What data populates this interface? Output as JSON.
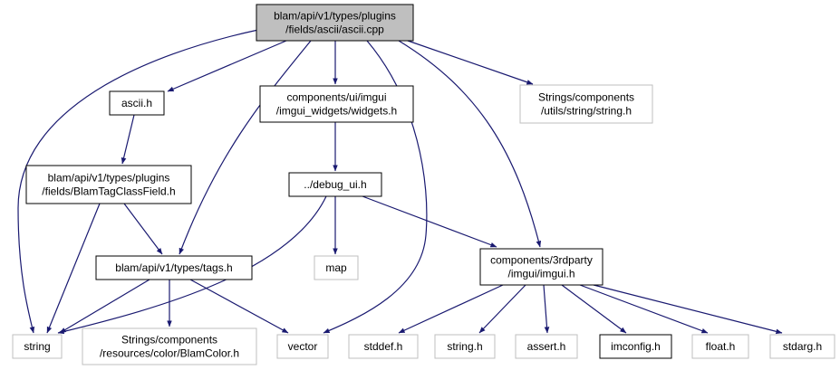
{
  "colors": {
    "edge": "#191970",
    "root_fill": "#bfbfbf",
    "documented_border": "#000000",
    "external_border": "#bfbfbf",
    "background": "#ffffff"
  },
  "nodes": [
    {
      "id": "root",
      "lines": [
        "blam/api/v1/types/plugins",
        "/fields/ascii/ascii.cpp"
      ],
      "kind": "root"
    },
    {
      "id": "ascii_h",
      "lines": [
        "ascii.h"
      ],
      "kind": "documented"
    },
    {
      "id": "widgets_h",
      "lines": [
        "components/ui/imgui",
        "/imgui_widgets/widgets.h"
      ],
      "kind": "documented"
    },
    {
      "id": "string_h_utils",
      "lines": [
        "Strings/components",
        "/utils/string/string.h"
      ],
      "kind": "external"
    },
    {
      "id": "blamtagclassfield_h",
      "lines": [
        "blam/api/v1/types/plugins",
        "/fields/BlamTagClassField.h"
      ],
      "kind": "documented"
    },
    {
      "id": "debug_ui_h",
      "lines": [
        "../debug_ui.h"
      ],
      "kind": "documented"
    },
    {
      "id": "tags_h",
      "lines": [
        "blam/api/v1/types/tags.h"
      ],
      "kind": "documented"
    },
    {
      "id": "map",
      "lines": [
        "map"
      ],
      "kind": "external"
    },
    {
      "id": "imgui_h",
      "lines": [
        "components/3rdparty",
        "/imgui/imgui.h"
      ],
      "kind": "documented"
    },
    {
      "id": "string",
      "lines": [
        "string"
      ],
      "kind": "external"
    },
    {
      "id": "blamcolor_h",
      "lines": [
        "Strings/components",
        "/resources/color/BlamColor.h"
      ],
      "kind": "external"
    },
    {
      "id": "vector",
      "lines": [
        "vector"
      ],
      "kind": "external"
    },
    {
      "id": "stddef_h",
      "lines": [
        "stddef.h"
      ],
      "kind": "external"
    },
    {
      "id": "string_h",
      "lines": [
        "string.h"
      ],
      "kind": "external"
    },
    {
      "id": "assert_h",
      "lines": [
        "assert.h"
      ],
      "kind": "external"
    },
    {
      "id": "imconfig_h",
      "lines": [
        "imconfig.h"
      ],
      "kind": "documented"
    },
    {
      "id": "float_h",
      "lines": [
        "float.h"
      ],
      "kind": "external"
    },
    {
      "id": "stdarg_h",
      "lines": [
        "stdarg.h"
      ],
      "kind": "external"
    }
  ],
  "edges": [
    {
      "from": "root",
      "to": "string"
    },
    {
      "from": "root",
      "to": "ascii_h"
    },
    {
      "from": "root",
      "to": "tags_h"
    },
    {
      "from": "root",
      "to": "widgets_h"
    },
    {
      "from": "root",
      "to": "vector"
    },
    {
      "from": "root",
      "to": "imgui_h"
    },
    {
      "from": "root",
      "to": "string_h_utils"
    },
    {
      "from": "ascii_h",
      "to": "blamtagclassfield_h"
    },
    {
      "from": "blamtagclassfield_h",
      "to": "string"
    },
    {
      "from": "blamtagclassfield_h",
      "to": "tags_h"
    },
    {
      "from": "widgets_h",
      "to": "debug_ui_h"
    },
    {
      "from": "debug_ui_h",
      "to": "string"
    },
    {
      "from": "debug_ui_h",
      "to": "map"
    },
    {
      "from": "debug_ui_h",
      "to": "imgui_h"
    },
    {
      "from": "tags_h",
      "to": "string"
    },
    {
      "from": "tags_h",
      "to": "blamcolor_h"
    },
    {
      "from": "tags_h",
      "to": "vector"
    },
    {
      "from": "imgui_h",
      "to": "stddef_h"
    },
    {
      "from": "imgui_h",
      "to": "string_h"
    },
    {
      "from": "imgui_h",
      "to": "assert_h"
    },
    {
      "from": "imgui_h",
      "to": "imconfig_h"
    },
    {
      "from": "imgui_h",
      "to": "float_h"
    },
    {
      "from": "imgui_h",
      "to": "stdarg_h"
    }
  ]
}
